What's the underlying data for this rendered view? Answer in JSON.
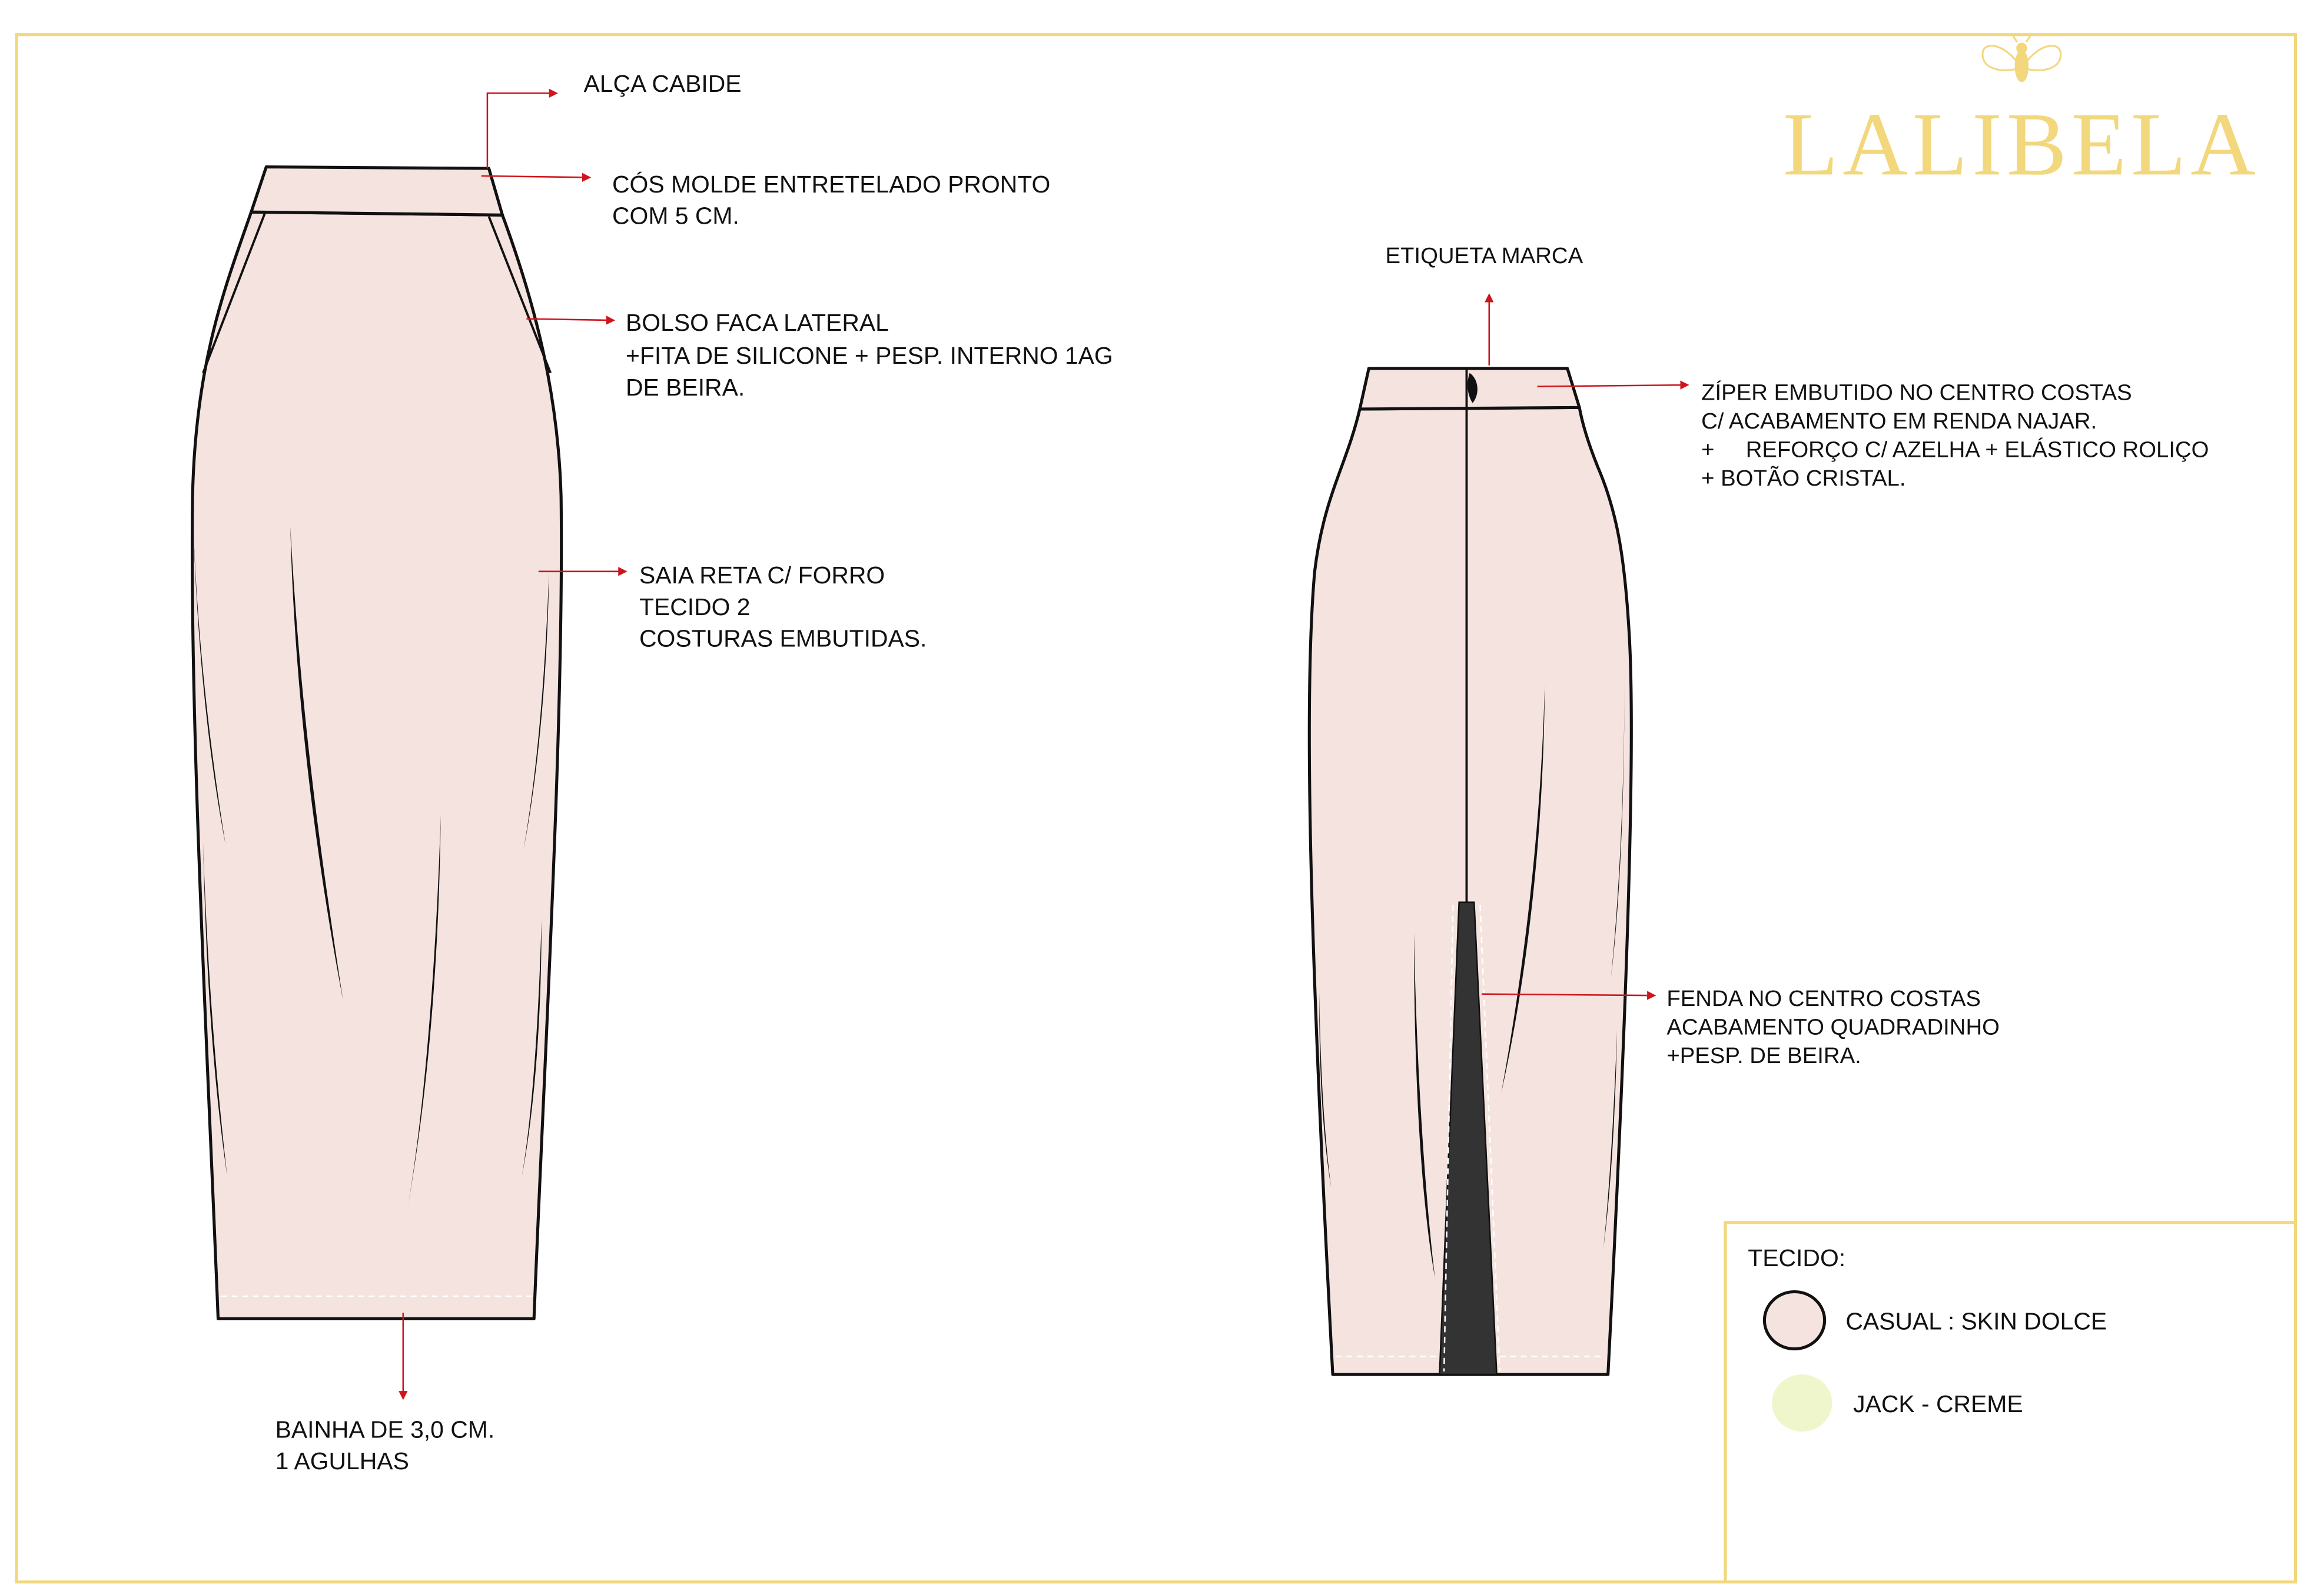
{
  "brand": {
    "name": "LALIBELA",
    "color": "#f2d77c"
  },
  "front_annotations": {
    "alca": "ALÇA CABIDE",
    "cos": [
      "CÓS MOLDE ENTRETELADO PRONTO",
      "COM 5 CM."
    ],
    "bolso": [
      "BOLSO FACA LATERAL",
      "+FITA DE SILICONE + PESP. INTERNO 1AG",
      "DE BEIRA."
    ],
    "saia": [
      "SAIA RETA C/ FORRO",
      "TECIDO 2",
      "COSTURAS EMBUTIDAS."
    ],
    "bainha": [
      "BAINHA DE 3,0 CM.",
      "1 AGULHAS"
    ]
  },
  "back_annotations": {
    "etiqueta": "ETIQUETA MARCA",
    "ziper": [
      "ZÍPER EMBUTIDO NO CENTRO COSTAS",
      "C/ ACABAMENTO EM RENDA NAJAR.",
      "+     REFORÇO C/ AZELHA + ELÁSTICO ROLIÇO",
      "+ BOTÃO CRISTAL."
    ],
    "fenda": [
      "FENDA NO CENTRO COSTAS",
      "ACABAMENTO QUADRADINHO",
      "+PESP. DE BEIRA."
    ]
  },
  "legend": {
    "title": "TECIDO:",
    "items": [
      {
        "label": "CASUAL : SKIN DOLCE",
        "color": "#f4e3df"
      },
      {
        "label": "JACK - CREME",
        "color": "#eff6cc"
      }
    ]
  },
  "colors": {
    "frame": "#f2d77c",
    "arrow": "#d0141c",
    "fabric": "#f4e3df"
  }
}
